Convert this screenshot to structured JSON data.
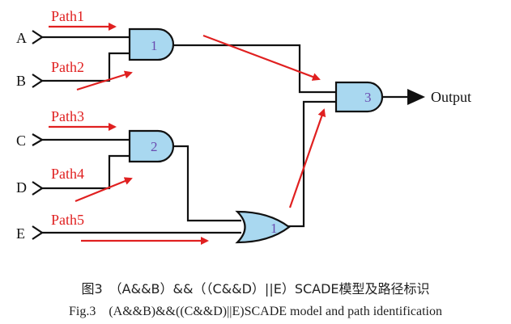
{
  "diagram": {
    "inputs": [
      "A",
      "B",
      "C",
      "D",
      "E"
    ],
    "paths": [
      "Path1",
      "Path2",
      "Path3",
      "Path4",
      "Path5"
    ],
    "gates": {
      "and1": "1",
      "and2": "2",
      "or1": "1",
      "and3": "3"
    },
    "output_label": "Output",
    "colors": {
      "gate_fill": "#a9d8f0",
      "wire": "#111111",
      "path_arrow": "#e02020",
      "gate_number": "#6a4bb0"
    }
  },
  "caption": {
    "chinese": "图3　（A&&B）&&（（C&&D）||E）SCADE模型及路径标识",
    "english": "Fig.3　(A&&B)&&((C&&D)||E)SCADE model and path identification"
  }
}
